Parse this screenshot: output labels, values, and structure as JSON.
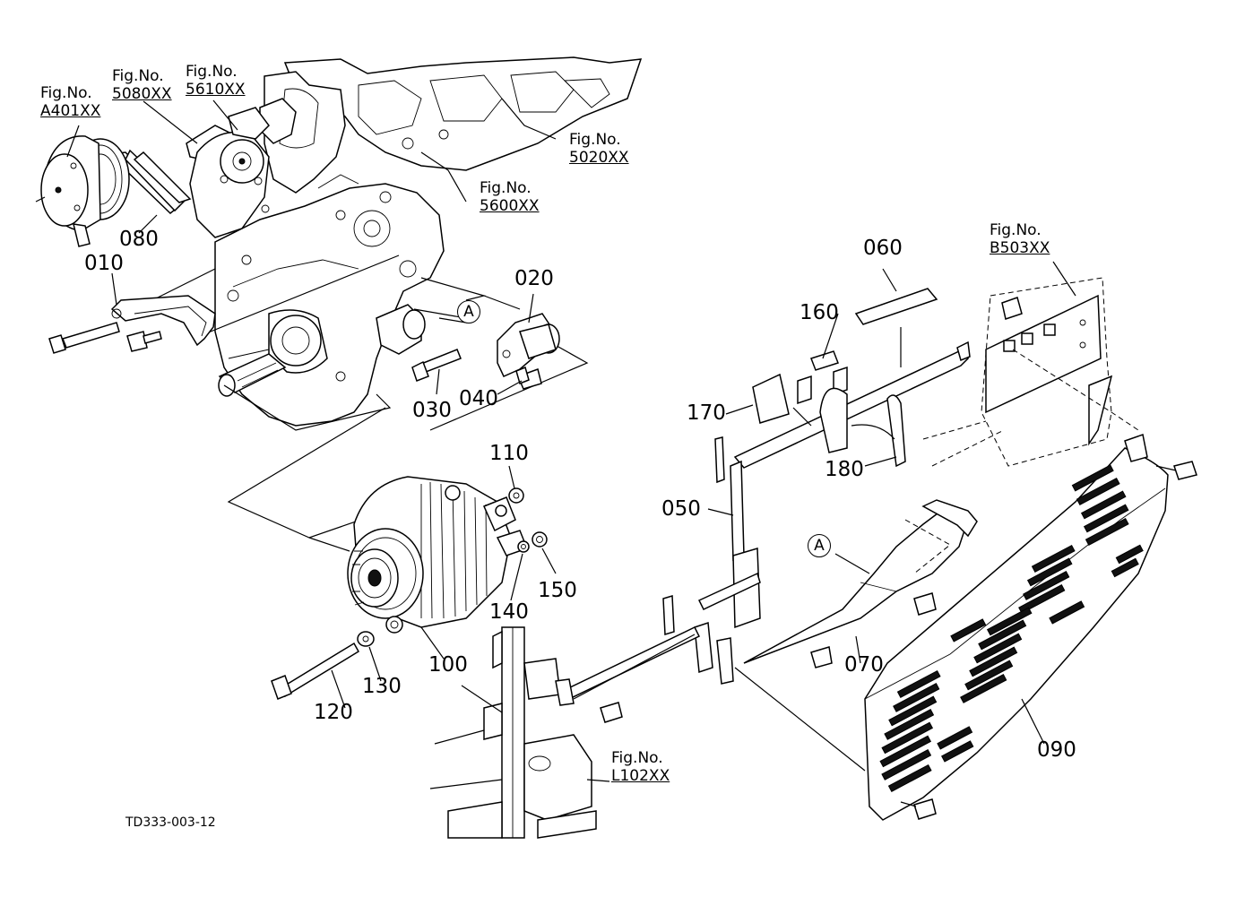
{
  "figure_refs": [
    {
      "id": "a401",
      "fig_label": "Fig.No.",
      "number": "A401XX"
    },
    {
      "id": "5080",
      "fig_label": "Fig.No.",
      "number": "5080XX"
    },
    {
      "id": "5610",
      "fig_label": "Fig.No.",
      "number": "5610XX"
    },
    {
      "id": "5020",
      "fig_label": "Fig.No.",
      "number": "5020XX"
    },
    {
      "id": "5600",
      "fig_label": "Fig.No.",
      "number": "5600XX"
    },
    {
      "id": "b503",
      "fig_label": "Fig.No.",
      "number": "B503XX"
    },
    {
      "id": "l102",
      "fig_label": "Fig.No.",
      "number": "L102XX"
    }
  ],
  "parts": {
    "p010": "010",
    "p020": "020",
    "p030": "030",
    "p040": "040",
    "p050": "050",
    "p060": "060",
    "p070": "070",
    "p080": "080",
    "p090": "090",
    "p100": "100",
    "p110": "110",
    "p120": "120",
    "p130": "130",
    "p140": "140",
    "p150": "150",
    "p160": "160",
    "p170": "170",
    "p180": "180"
  },
  "callouts": {
    "a1": "A",
    "a2": "A"
  },
  "drawing_code": "TD333-003-12"
}
